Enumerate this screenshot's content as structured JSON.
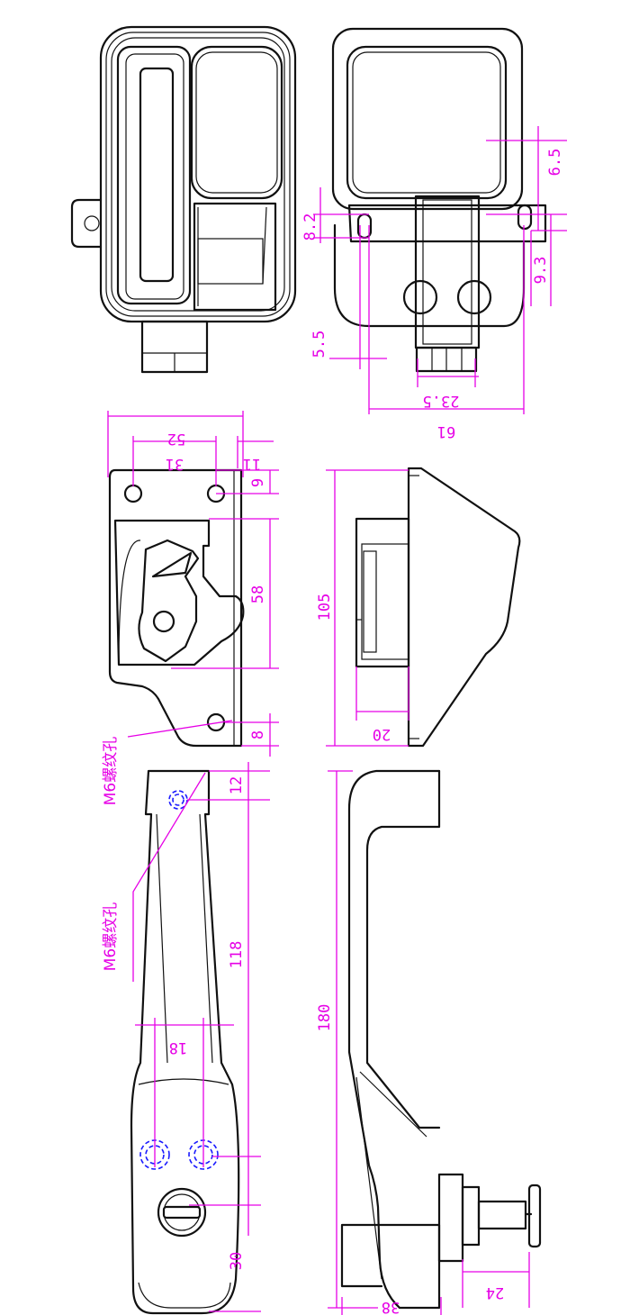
{
  "colors": {
    "outline": "#111111",
    "dimension": "#e600e6",
    "thread_marker": "#1a1aff",
    "background": "#ffffff"
  },
  "dimensions": {
    "d6_5": "6.5",
    "d8_2": "8.2",
    "d9_3": "9.3",
    "d5_5": "5.5",
    "d23_5": "23.5",
    "d61": "61",
    "d52": "52",
    "d31": "31",
    "d11": "11",
    "d9": "9",
    "d58": "58",
    "d8": "8",
    "d105": "105",
    "d20": "20",
    "d12": "12",
    "d118": "118",
    "d18": "18",
    "d30": "30",
    "d180": "180",
    "d24": "24",
    "d38": "38"
  },
  "notes": {
    "thread_upper": "M6螺纹孔",
    "thread_lower": "M6螺纹孔"
  }
}
